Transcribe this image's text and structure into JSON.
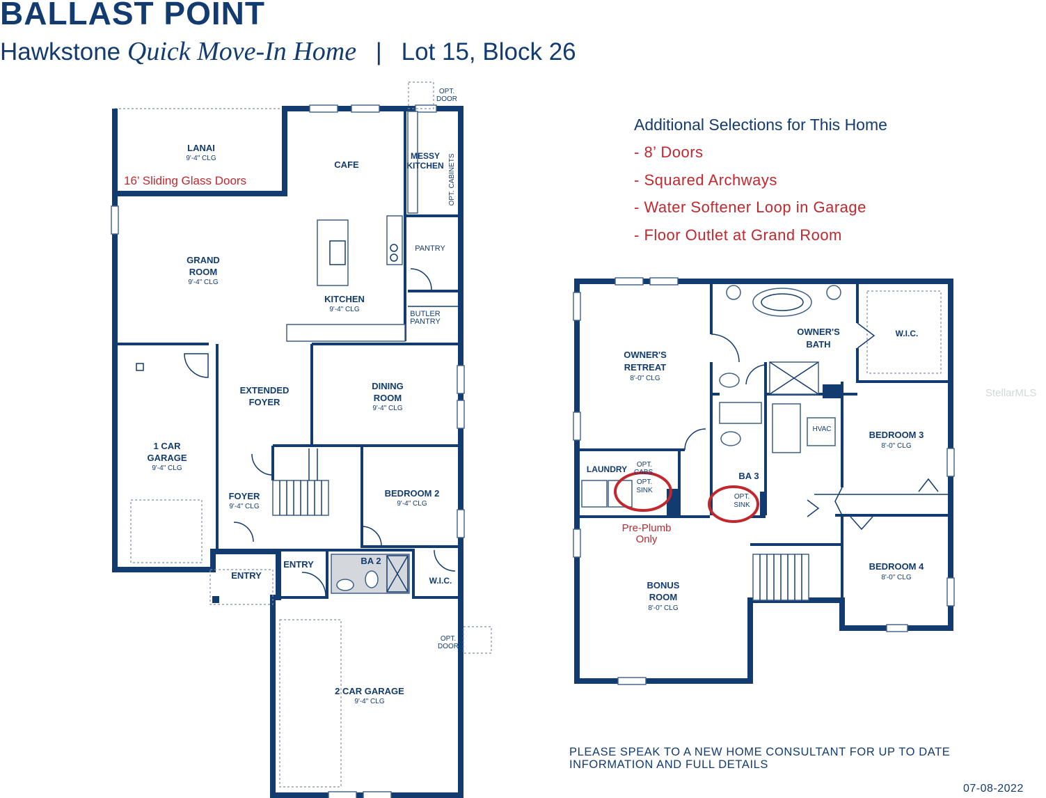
{
  "header": {
    "title": "BALLAST POINT",
    "model": "Hawkstone",
    "model_type": "Quick Move-In Home",
    "separator": "|",
    "lot": "Lot 15, Block 26"
  },
  "selections": {
    "title": "Additional Selections for This Home",
    "items": [
      "- 8’ Doors",
      "- Squared Archways",
      "- Water Softener Loop in Garage",
      "- Floor Outlet at Grand Room"
    ]
  },
  "first_floor": {
    "rooms": {
      "lanai": {
        "name": "LANAI",
        "clg": "9'-4\" CLG"
      },
      "cafe": {
        "name": "CAFE"
      },
      "messy_kitchen": {
        "line1": "MESSY",
        "line2": "KITCHEN"
      },
      "opt_cabinets": "OPT. CABINETS",
      "opt_door_top": {
        "line1": "OPT.",
        "line2": "DOOR"
      },
      "pantry": "PANTRY",
      "grand_room": {
        "line1": "GRAND",
        "line2": "ROOM",
        "clg": "9'-4\" CLG"
      },
      "kitchen": {
        "name": "KITCHEN",
        "clg": "9'-4\" CLG"
      },
      "butler_pantry": {
        "line1": "BUTLER",
        "line2": "PANTRY"
      },
      "extended_foyer": {
        "line1": "EXTENDED",
        "line2": "FOYER"
      },
      "dining_room": {
        "line1": "DINING",
        "line2": "ROOM",
        "clg": "9'-4\" CLG"
      },
      "car_garage_1": {
        "line1": "1 CAR",
        "line2": "GARAGE",
        "clg": "9'-4\" CLG"
      },
      "foyer": {
        "name": "FOYER",
        "clg": "9'-4\" CLG"
      },
      "bedroom_2": {
        "name": "BEDROOM 2",
        "clg": "9'-4\" CLG"
      },
      "entry_left": "ENTRY",
      "entry_right": "ENTRY",
      "ba2": "BA 2",
      "wic": "W.I.C.",
      "opt_door_garage": {
        "line1": "OPT.",
        "line2": "DOOR"
      },
      "car_garage_2": {
        "name": "2 CAR GARAGE",
        "clg": "9'-4\" CLG"
      }
    },
    "callout": "16’ Sliding Glass Doors"
  },
  "second_floor": {
    "rooms": {
      "owners_retreat": {
        "line1": "OWNER'S",
        "line2": "RETREAT",
        "clg": "8'-0\" CLG"
      },
      "owners_bath": {
        "line1": "OWNER'S",
        "line2": "BATH"
      },
      "wic": "W.I.C.",
      "hvac": "HVAC",
      "bedroom_3": {
        "name": "BEDROOM 3",
        "clg": "8'-0\" CLG"
      },
      "laundry": "LAUNDRY",
      "opt_cabs": {
        "line1": "OPT.",
        "line2": "CABS."
      },
      "opt_sink_laundry": {
        "line1": "OPT.",
        "line2": "SINK"
      },
      "ba3": "BA 3",
      "opt_sink_ba3": {
        "line1": "OPT.",
        "line2": "SINK"
      },
      "bonus_room": {
        "line1": "BONUS",
        "line2": "ROOM",
        "clg": "8'-0\" CLG"
      },
      "bedroom_4": {
        "name": "BEDROOM 4",
        "clg": "8'-0\" CLG"
      }
    },
    "callout": {
      "line1": "Pre-Plumb",
      "line2": "Only"
    }
  },
  "footer": {
    "note_line1": "PLEASE SPEAK TO A NEW HOME CONSULTANT FOR UP TO DATE",
    "note_line2": "INFORMATION AND FULL DETAILS",
    "date": "07-08-2022"
  },
  "watermark": "StellarMLS",
  "colors": {
    "navy": "#123b70",
    "red": "#c2272d"
  }
}
